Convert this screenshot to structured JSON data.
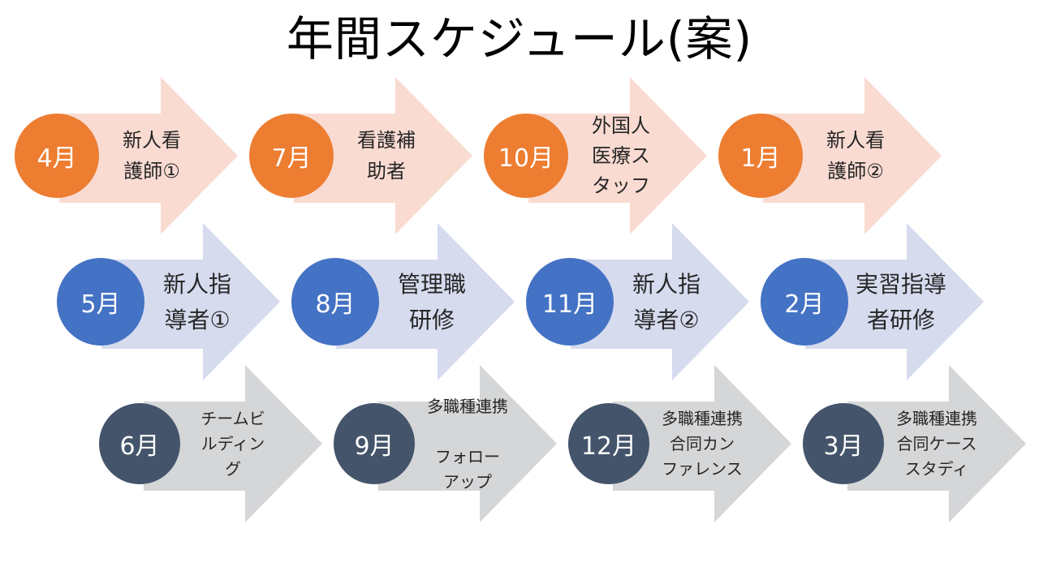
{
  "title": "年間スケジュール(案)",
  "colors": {
    "row1_arrow": "#f9dbd2",
    "row1_circle": "#ed7d31",
    "row2_arrow": "#d6dbee",
    "row2_circle": "#4472c4",
    "row3_arrow": "#d5d6d8",
    "row3_circle": "#44546a"
  },
  "rows": [
    {
      "items": [
        {
          "month": "4月",
          "label": "新人看\n護師①"
        },
        {
          "month": "7月",
          "label": "看護補\n助者"
        },
        {
          "month": "10月",
          "label": "外国人\n医療ス\nタッフ"
        },
        {
          "month": "1月",
          "label": "新人看\n護師②"
        }
      ]
    },
    {
      "items": [
        {
          "month": "5月",
          "label": "新人指\n導者①"
        },
        {
          "month": "8月",
          "label": "管理職\n研修"
        },
        {
          "month": "11月",
          "label": "新人指\n導者②"
        },
        {
          "month": "2月",
          "label": "実習指導\n者研修"
        }
      ]
    },
    {
      "items": [
        {
          "month": "6月",
          "label": "チームビ\nルディン\nグ"
        },
        {
          "month": "9月",
          "label": "多職種連携\n\nフォロー\nアップ"
        },
        {
          "month": "12月",
          "label": "多職種連携\n合同カン\nファレンス"
        },
        {
          "month": "3月",
          "label": "多職種連携\n合同ケース\nスタディ"
        }
      ]
    }
  ]
}
